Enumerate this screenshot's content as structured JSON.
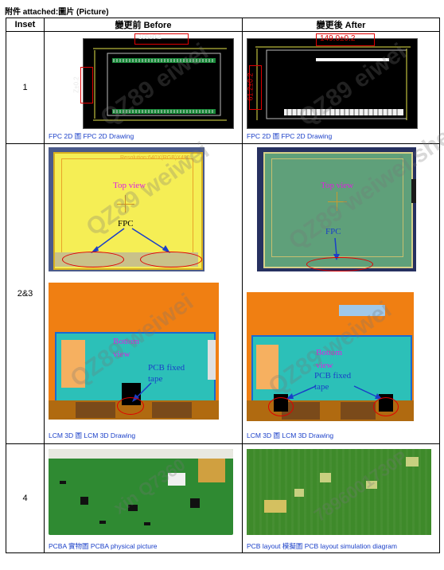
{
  "caption": "附件 attached:圖片 (Picture)",
  "headers": {
    "inset": "Inset",
    "before": "變更前 Before",
    "after": "變更後 After"
  },
  "rows": [
    {
      "inset": "1",
      "before_caption": "FPC 2D 圖 FPC 2D Drawing",
      "after_caption": "FPC 2D 圖 FPC 2D Drawing",
      "before_dim_top": "105±0.2",
      "before_dim_side": "Z±0.2",
      "after_dim_top": "149.0±0.2",
      "after_dim_side": "61.2±0.2"
    },
    {
      "inset": "2&3",
      "before_top_caption_label": "Resolution:640X(RGB)X480",
      "before_top_view": "Top view",
      "before_fpc": "FPC",
      "after_top_view": "Top view",
      "after_fpc": "FPC",
      "before_bottom_view": "Bottom view",
      "before_pcb_tape": "PCB fixed tape",
      "after_bottom_view": "Bottom view",
      "after_pcb_tape": "PCB fixed tape",
      "before_caption": "LCM 3D 圖 LCM 3D Drawing",
      "after_caption": "LCM 3D 圖 LCM 3D Drawing"
    },
    {
      "inset": "4",
      "before_caption": "PCBA 實物圖 PCBA physical picture",
      "after_caption": "PCB layout 模擬圖 PCB layout simulation diagram"
    }
  ],
  "colors": {
    "caption_blue": "#1a3fc8",
    "highlight_red": "#e00000",
    "panel_yellow": "#f5ee55",
    "panel_green": "#5fa07a",
    "lcm_orange": "#f07f12",
    "lcm_teal": "#2cc0b8",
    "label_magenta": "#e020e0",
    "pcb_green": "#2f8a32"
  }
}
